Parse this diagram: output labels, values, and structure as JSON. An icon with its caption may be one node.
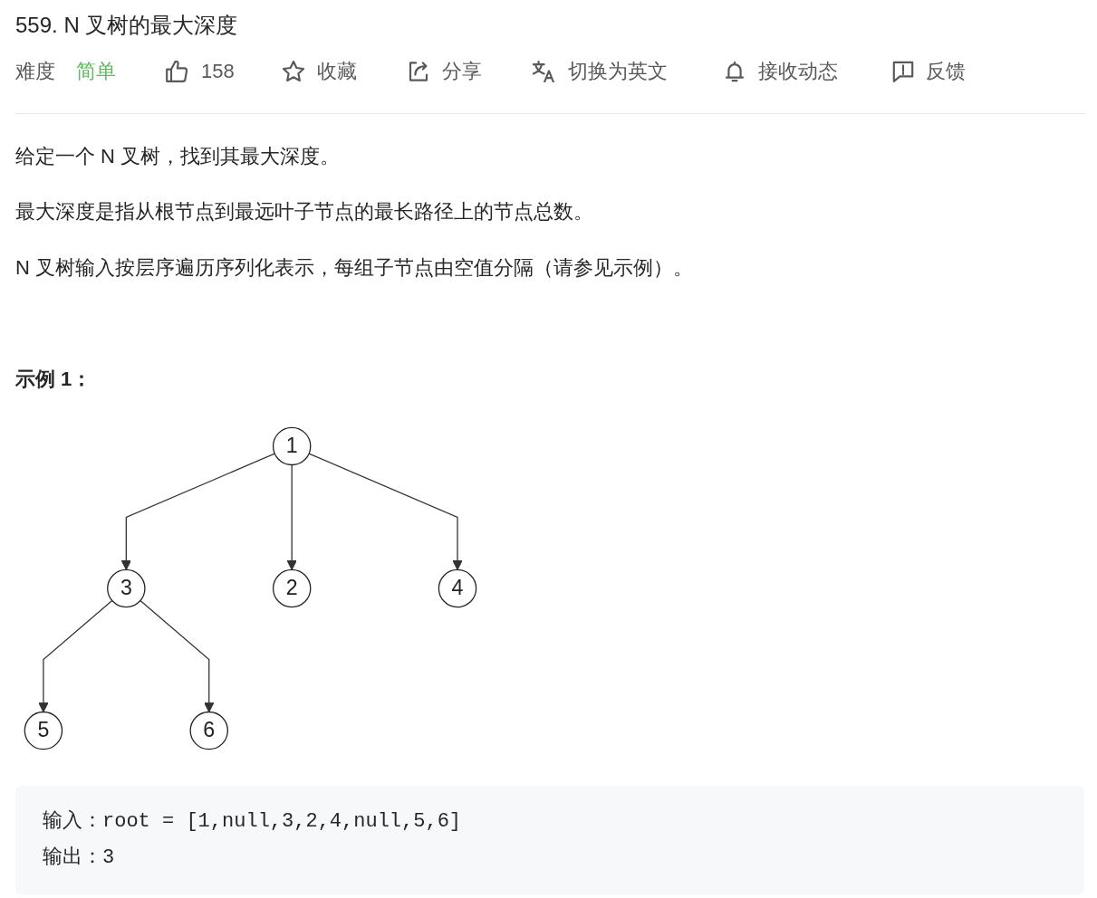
{
  "diagram": {
    "title": "559. N 叉树的最大深度",
    "nodes": [
      {
        "text": [
          "1"
        ]
      },
      {
        "text": [
          "3"
        ]
      },
      {
        "text": [
          "2"
        ]
      },
      {
        "text": [
          "4"
        ]
      },
      {
        "text": [
          "5"
        ]
      },
      {
        "text": [
          "6"
        ]
      }
    ],
    "edges": [
      {
        "from": 0,
        "to": 1,
        "arrow": "to"
      },
      {
        "from": 0,
        "to": 2,
        "arrow": "to"
      },
      {
        "from": 0,
        "to": 3,
        "arrow": "to"
      },
      {
        "from": 1,
        "to": 4,
        "arrow": "to"
      },
      {
        "from": 1,
        "to": 5,
        "arrow": "to"
      }
    ],
    "labels": [
      "难度",
      "简单",
      "158",
      "收藏",
      "分享",
      "切换为英文",
      "接收动态",
      "反馈",
      "给定一个 N 叉树，找到其最大深度。",
      "最大深度是指从根节点到最远叶子节点的最长路径上的节点总数。",
      "N 叉树输入按层序遍历序列化表示，每组子节点由空值分隔（请参见示例）。",
      "示例 1：",
      "输入：root = [1,null,3,2,4,null,5,6]",
      "输出：3"
    ]
  }
}
